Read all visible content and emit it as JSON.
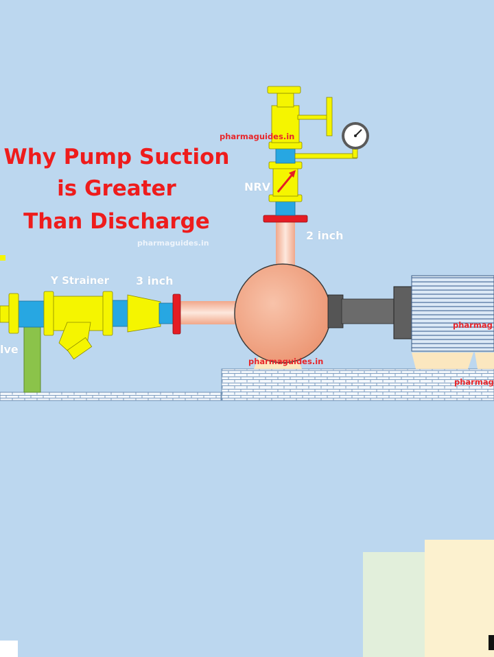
{
  "title": {
    "line1": "Why Pump Suction",
    "line2": "is Greater",
    "line3": "Than Discharge"
  },
  "labels": {
    "nrv": "NRV",
    "discharge_size": "2 inch",
    "suction_size": "3 inch",
    "y_strainer": "Y Strainer",
    "valve_partial": "lve"
  },
  "watermarks": {
    "top": "pharmaguides.in",
    "middle": "pharmaguides.in",
    "base": "pharmaguides.in",
    "motor": "pharmag",
    "base_right": "pharmag"
  },
  "colors": {
    "background": "#bcd7ef",
    "title": "#ee1c1c",
    "pipe_yellow": "#f5f500",
    "pipe_blue": "#27a7e2",
    "flange_red": "#e51c24",
    "pump_casing": "#f2a789",
    "motor_body": "#d7e6f5",
    "support_green": "#8bc34a",
    "shaft_grey": "#6b6b6b"
  }
}
